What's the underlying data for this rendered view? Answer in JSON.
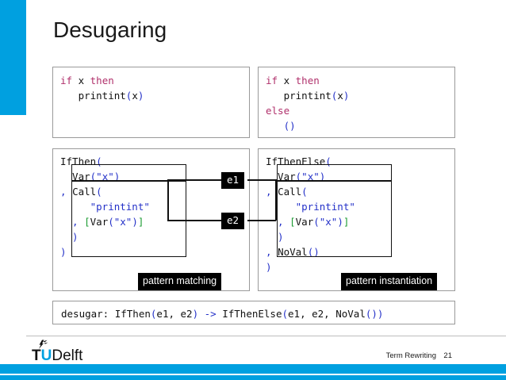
{
  "slide": {
    "title": "Desugaring",
    "accent_color": "#00a0e0"
  },
  "source_left": {
    "name": "if-then-source",
    "lines": [
      [
        {
          "t": "if",
          "c": "kw"
        },
        {
          "t": " x ",
          "c": "blk"
        },
        {
          "t": "then",
          "c": "kw"
        }
      ],
      [
        {
          "t": "   printint",
          "c": "blk"
        },
        {
          "t": "(",
          "c": "blue"
        },
        {
          "t": "x",
          "c": "blk"
        },
        {
          "t": ")",
          "c": "blue"
        }
      ]
    ],
    "plain": "if x then\n   printint(x)"
  },
  "source_right": {
    "name": "if-then-else-source",
    "lines": [
      [
        {
          "t": "if",
          "c": "kw"
        },
        {
          "t": " x ",
          "c": "blk"
        },
        {
          "t": "then",
          "c": "kw"
        }
      ],
      [
        {
          "t": "   printint",
          "c": "blk"
        },
        {
          "t": "(",
          "c": "blue"
        },
        {
          "t": "x",
          "c": "blk"
        },
        {
          "t": ")",
          "c": "blue"
        }
      ],
      [
        {
          "t": "else",
          "c": "kw"
        }
      ],
      [
        {
          "t": "   ",
          "c": "blk"
        },
        {
          "t": "()",
          "c": "blue"
        }
      ]
    ],
    "plain": "if x then\n   printint(x)\nelse\n   ()"
  },
  "ast_left": {
    "name": "if-then-ast",
    "lines": [
      [
        {
          "t": "IfThen",
          "c": "blk"
        },
        {
          "t": "(",
          "c": "blue"
        }
      ],
      [
        {
          "t": "  Var",
          "c": "blk"
        },
        {
          "t": "(\"x\")",
          "c": "blue"
        }
      ],
      [
        {
          "t": ", ",
          "c": "blue"
        },
        {
          "t": "Call",
          "c": "blk"
        },
        {
          "t": "(",
          "c": "blue"
        }
      ],
      [
        {
          "t": "     \"printint\"",
          "c": "blue"
        }
      ],
      [
        {
          "t": "  , ",
          "c": "blue"
        },
        {
          "t": "[",
          "c": "grn"
        },
        {
          "t": "Var",
          "c": "blk"
        },
        {
          "t": "(\"x\")",
          "c": "blue"
        },
        {
          "t": "]",
          "c": "grn"
        }
      ],
      [
        {
          "t": "  )",
          "c": "blue"
        }
      ],
      [
        {
          "t": ")",
          "c": "blue"
        }
      ]
    ],
    "plain": "IfThen(\n  Var(\"x\")\n, Call(\n     \"printint\"\n  , [Var(\"x\")]\n  )\n)"
  },
  "ast_right": {
    "name": "if-then-else-ast",
    "lines": [
      [
        {
          "t": "IfThenElse",
          "c": "blk"
        },
        {
          "t": "(",
          "c": "blue"
        }
      ],
      [
        {
          "t": "  Var",
          "c": "blk"
        },
        {
          "t": "(\"x\")",
          "c": "blue"
        }
      ],
      [
        {
          "t": ", ",
          "c": "blue"
        },
        {
          "t": "Call",
          "c": "blk"
        },
        {
          "t": "(",
          "c": "blue"
        }
      ],
      [
        {
          "t": "     \"printint\"",
          "c": "blue"
        }
      ],
      [
        {
          "t": "  , ",
          "c": "blue"
        },
        {
          "t": "[",
          "c": "grn"
        },
        {
          "t": "Var",
          "c": "blk"
        },
        {
          "t": "(\"x\")",
          "c": "blue"
        },
        {
          "t": "]",
          "c": "grn"
        }
      ],
      [
        {
          "t": "  )",
          "c": "blue"
        }
      ],
      [
        {
          "t": ", ",
          "c": "blue"
        },
        {
          "t": "NoVal",
          "c": "blk"
        },
        {
          "t": "()",
          "c": "blue"
        }
      ],
      [
        {
          "t": ")",
          "c": "blue"
        }
      ]
    ],
    "plain": "IfThenElse(\n  Var(\"x\")\n, Call(\n     \"printint\"\n  , [Var(\"x\")]\n  )\n, NoVal()\n)"
  },
  "connectors": {
    "e1_label": "e1",
    "e2_label": "e2"
  },
  "captions": {
    "matching": "pattern matching",
    "instantiation": "pattern instantiation"
  },
  "rule": {
    "name": "desugar-rule",
    "lines": [
      [
        {
          "t": "desugar: ",
          "c": "blk"
        },
        {
          "t": "IfThen",
          "c": "blk"
        },
        {
          "t": "(",
          "c": "blue"
        },
        {
          "t": "e1, e2",
          "c": "blk"
        },
        {
          "t": ")",
          "c": "blue"
        },
        {
          "t": " -> ",
          "c": "blue"
        },
        {
          "t": "IfThenElse",
          "c": "blk"
        },
        {
          "t": "(",
          "c": "blue"
        },
        {
          "t": "e1, e2, ",
          "c": "blk"
        },
        {
          "t": "NoVal",
          "c": "blk"
        },
        {
          "t": "())",
          "c": "blue"
        }
      ]
    ],
    "plain": "desugar: IfThen(e1, e2) -> IfThenElse(e1, e2, NoVal())"
  },
  "footer": {
    "logo_t": "T",
    "logo_u": "U",
    "logo_rest": "Delft",
    "course": "Term Rewriting",
    "page": "21"
  }
}
